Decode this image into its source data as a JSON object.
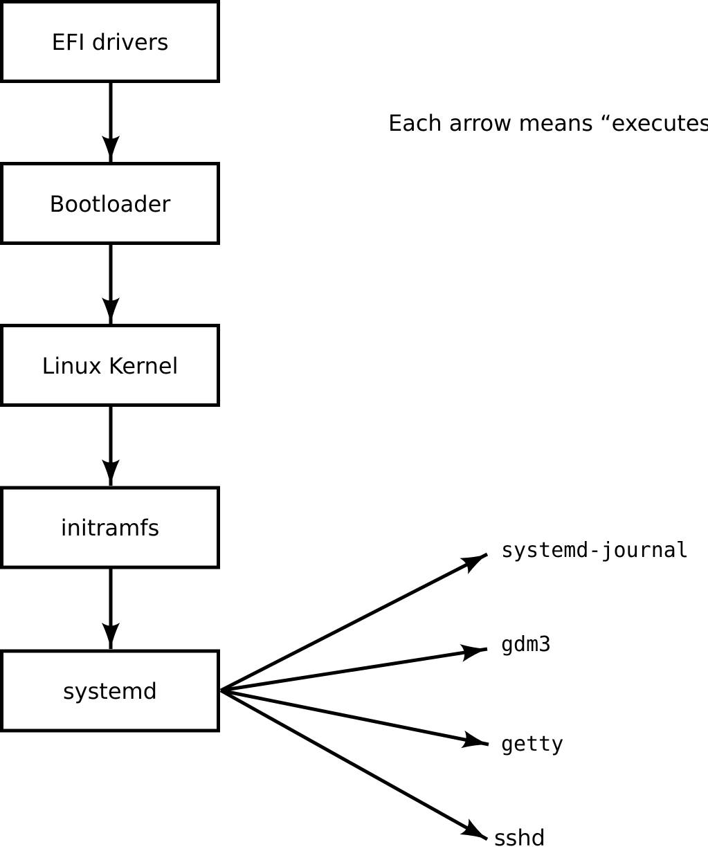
{
  "diagram": {
    "annotation": "Each arrow means “executes”.",
    "boot_chain": [
      {
        "label": "EFI drivers"
      },
      {
        "label": "Bootloader"
      },
      {
        "label": "Linux Kernel"
      },
      {
        "label": "initramfs"
      },
      {
        "label": "systemd"
      }
    ],
    "spawned_processes": [
      {
        "label": "systemd-journal"
      },
      {
        "label": "gdm3"
      },
      {
        "label": "getty"
      },
      {
        "label": "sshd"
      }
    ],
    "colors": {
      "background": "#ffffff",
      "line": "#000000",
      "text": "#000000"
    }
  }
}
